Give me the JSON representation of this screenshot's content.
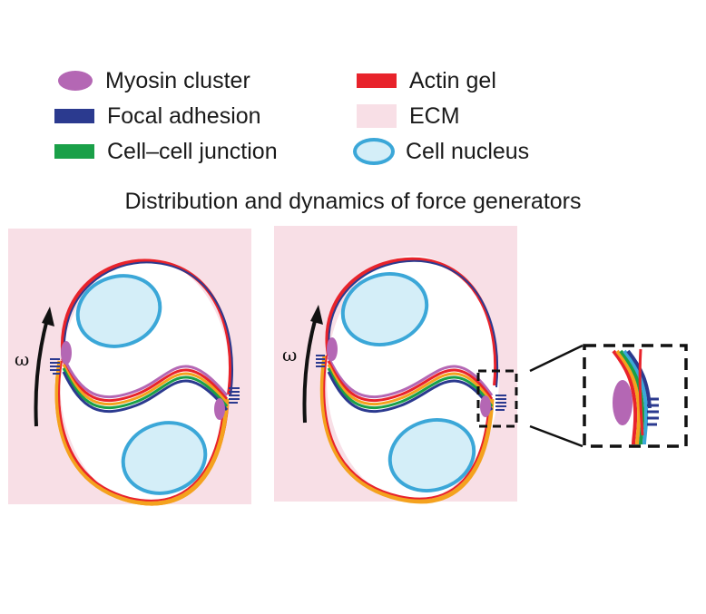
{
  "legend": {
    "myosin": {
      "label": "Myosin cluster",
      "color": "#b467b4"
    },
    "focal": {
      "label": "Focal adhesion",
      "color": "#2b3a8f"
    },
    "junction": {
      "label": "Cell–cell junction",
      "color": "#1aa048"
    },
    "actin": {
      "label": "Actin gel",
      "color": "#e8232b"
    },
    "ecm": {
      "label": "ECM",
      "color": "#f8dfe6"
    },
    "nucleus": {
      "label": "Cell nucleus",
      "color": "#3ba7d8",
      "fill": "#d4eef8"
    }
  },
  "title": "Distribution and dynamics of force generators",
  "panels": [
    {
      "rotation_symbol": "ω"
    },
    {
      "rotation_symbol": "ω"
    }
  ]
}
